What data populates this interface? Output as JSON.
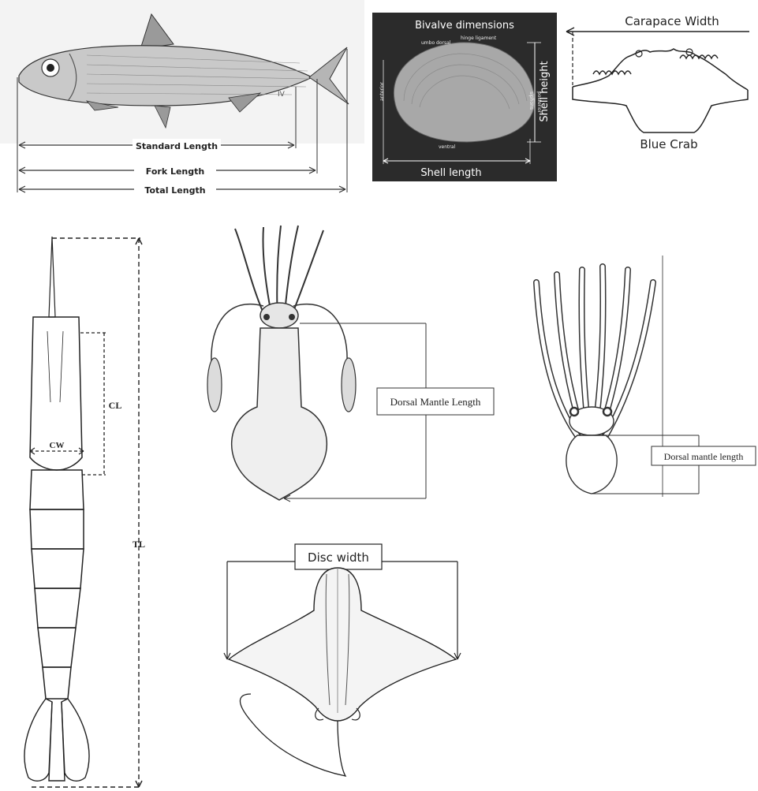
{
  "fish": {
    "standard_length": "Standard Length",
    "fork_length": "Fork Length",
    "total_length": "Total Length",
    "small_mark": "IV"
  },
  "bivalve": {
    "title": "Bivalve dimensions",
    "umbo_dorsal": "umbo dorsal",
    "hinge_ligament": "hinge ligament",
    "anterior": "anterior",
    "siphons": "siphons",
    "posterior": "posterior",
    "ventral": "ventral",
    "shell_height": "Shell height",
    "shell_length": "Shell length"
  },
  "crab": {
    "carapace_width": "Carapace Width",
    "name": "Blue Crab"
  },
  "shrimp": {
    "cl": "CL",
    "cw": "CW",
    "tl": "TL"
  },
  "squid": {
    "dml": "Dorsal Mantle Length"
  },
  "octopus": {
    "dml": "Dorsal mantle length"
  },
  "ray": {
    "disc_width": "Disc width"
  },
  "colors": {
    "ink": "#1a1a1a",
    "bivalve_bg": "#2b2b2b",
    "fish_body": "#c9c9c9",
    "shell": "#a8a8a8"
  }
}
